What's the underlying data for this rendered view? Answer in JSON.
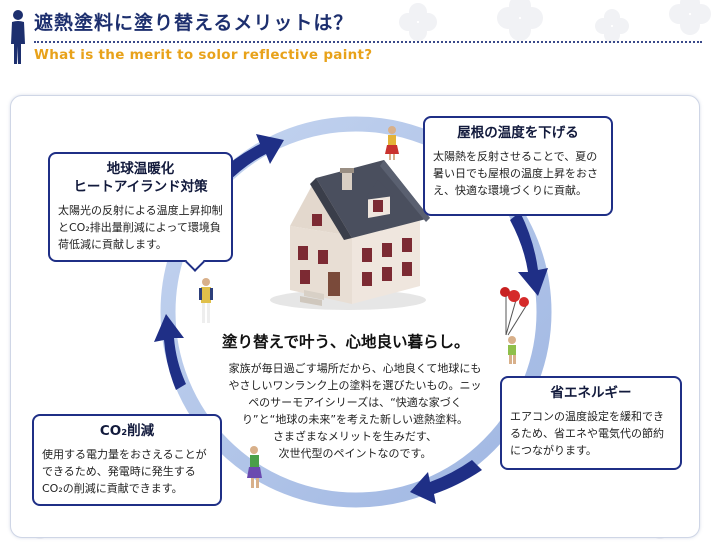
{
  "header": {
    "title_ja": "遮熱塗料に塗り替えるメリットは？",
    "title_en": "What is the merit to solor reflective paint?"
  },
  "boxes": {
    "warming": {
      "title_line1": "地球温暖化",
      "title_line2": "ヒートアイランド対策",
      "text": "太陽光の反射による温度上昇抑制とCO₂排出量削減によって環境負荷低減に貢献します。"
    },
    "roof": {
      "title": "屋根の温度を下げる",
      "text": "太陽熱を反射させることで、夏の暑い日でも屋根の温度上昇をおさえ、快適な環境づくりに貢献。"
    },
    "energy": {
      "title": "省エネルギー",
      "text": "エアコンの温度設定を緩和できるため、省エネや電気代の節約につながります。"
    },
    "co2": {
      "title": "CO₂削減",
      "text": "使用する電力量をおさえることができるため、発電時に発生するCO₂の削減に貢献できます。"
    }
  },
  "center": {
    "title": "塗り替えで叶う、心地良い暮らし。",
    "lines": [
      "家族が毎日過ごす場所だから、心地良くて地球にも",
      "やさしいワンランク上の塗料を選びたいもの。ニッ",
      "ペのサーモアイシリーズは、“快適な家づく",
      "り”と“地球の未来”を考えた新しい遮熱塗料。",
      "さまざまなメリットを生みだす、",
      "次世代型のペイントなのです。"
    ]
  },
  "colors": {
    "navy": "#1f2f86",
    "ring": "#a9bfe6",
    "accent_en": "#e8a21a",
    "title_ja": "#1d2f6e"
  }
}
